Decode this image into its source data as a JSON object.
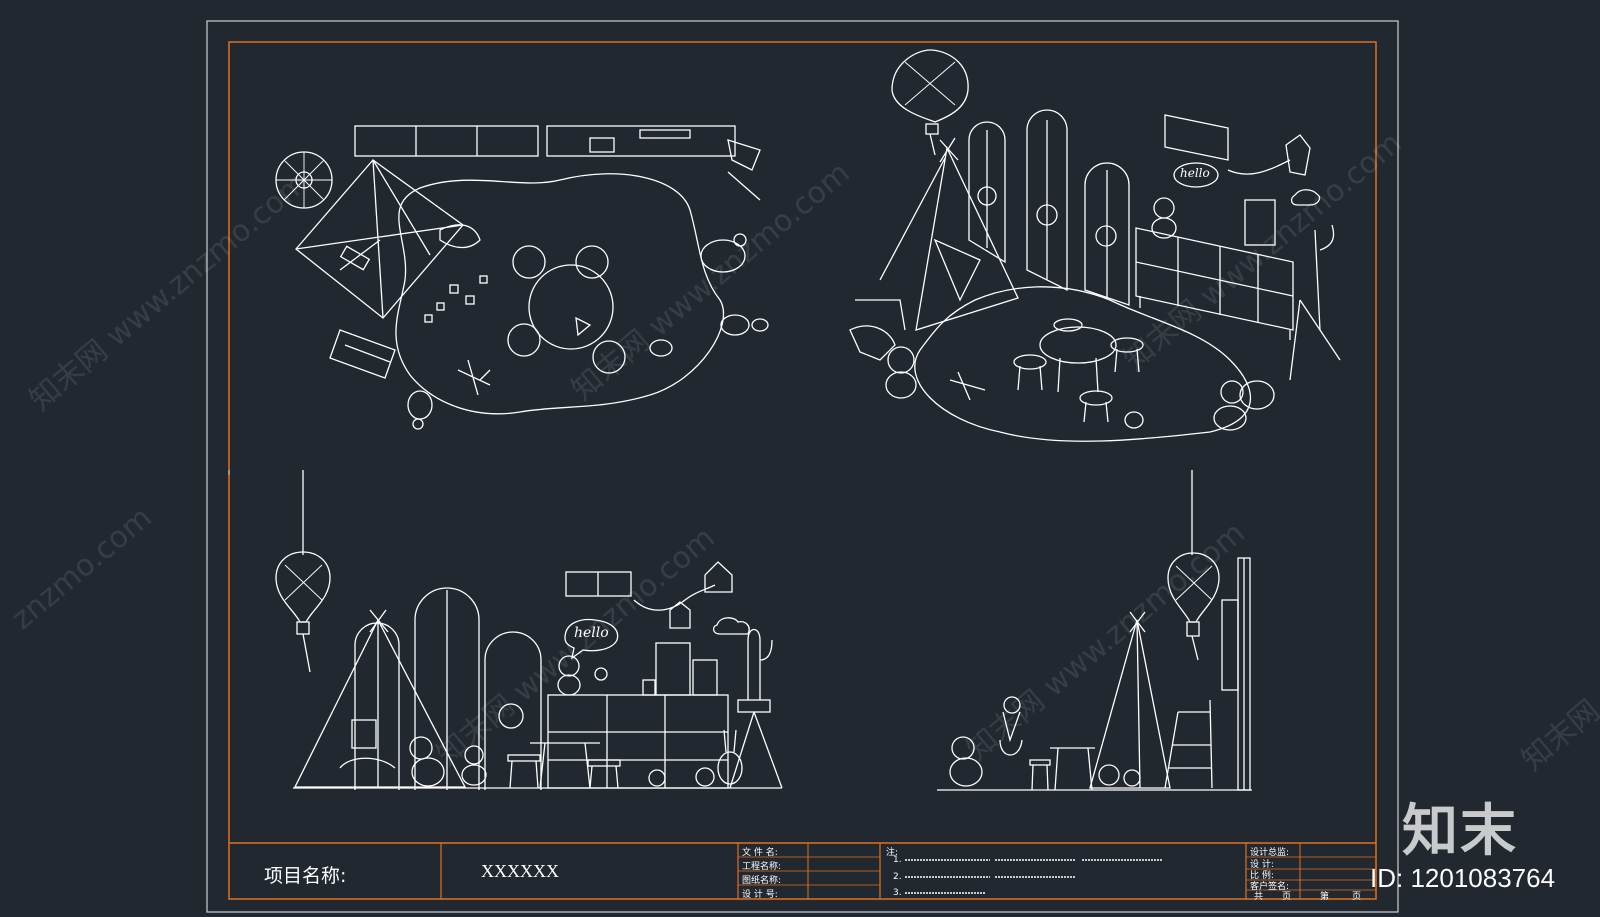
{
  "title_block": {
    "project_label": "项目名称:",
    "project_value": "XXXXXX",
    "file_fields": [
      "文 件 名:",
      "工程名称:",
      "图纸名称:",
      "设 计 号:"
    ],
    "notes_label": "注:",
    "note_numbers": [
      "1.",
      "2.",
      "3."
    ],
    "right_fields": [
      "设计总监:",
      "设     计:",
      "比     例:",
      "客户签名:"
    ],
    "page_fields": [
      "共",
      "页",
      "第",
      "页"
    ]
  },
  "watermarks": [
    "知末网 www.znzmo.com",
    "知末网 www.znzmo.com",
    "知末网 www.znzmo.com",
    "知末网 www.znzmo.com",
    "znzmo.com",
    "知末网 www.znzmo.com",
    "知末网"
  ],
  "brand": {
    "logo": "知末",
    "id": "ID: 1201083764"
  },
  "speech_bubble": "hello",
  "colors": {
    "background": "#212830",
    "frame_orange": "#e0701f",
    "line_white": "#ffffff",
    "frame_gray": "#c8c8c8"
  }
}
